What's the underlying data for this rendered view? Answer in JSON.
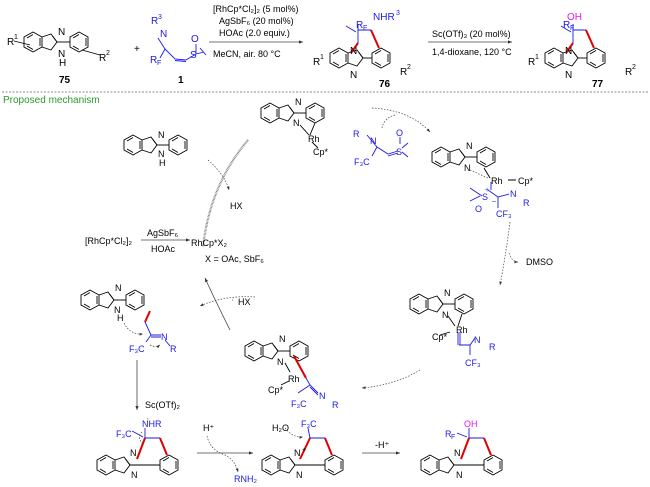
{
  "scheme": {
    "starting_material": {
      "label": "75",
      "sub1": "R",
      "sub1_sup": "1",
      "sub2": "R",
      "sub2_sup": "2",
      "n1": "N",
      "n2": "N",
      "h": "H"
    },
    "plus": "+",
    "reagent": {
      "label": "1",
      "r": "R",
      "r_sup": "3",
      "n": "N",
      "rf": "R",
      "rf_sub": "F",
      "s": "S",
      "o": "O"
    },
    "conditions_1": {
      "line1": "[RhCp*Cl₂]₂ (5 mol%)",
      "line2": "AgSbF₆ (20 mol%)",
      "line3": "HOAc (2.0 equiv.)",
      "line4": "MeCN, air.  80 °C"
    },
    "intermediate": {
      "label": "76",
      "nhr": "NHR",
      "nhr_sup": "3",
      "rf": "R",
      "rf_sub": "F",
      "r1": "R",
      "r1_sup": "1",
      "r2": "R",
      "r2_sup": "2",
      "n1": "N",
      "n2": "N"
    },
    "conditions_2": {
      "line1": "Sc(OTf)₃ (20 mol%)",
      "line2": "1,4-dioxane, 120 °C"
    },
    "product": {
      "label": "77",
      "oh": "OH",
      "rf": "R",
      "rf_sub": "F",
      "r1": "R",
      "r1_sup": "1",
      "r2": "R",
      "r2_sup": "2",
      "n1": "N",
      "n2": "N"
    }
  },
  "mechanism": {
    "title": "Proposed mechanism",
    "colors": {
      "title": "#2a9a2a",
      "reagent": "#1a1ae6",
      "hydroxyl": "#e61ae6",
      "new_bond": "#e00000"
    },
    "catalyst_activation": {
      "precursor": "[RhCp*Cl₂]₂",
      "above_arrow": "AgSbF₆",
      "below_arrow": "HOAc",
      "active": "RhCp*X₂",
      "note": "X = OAc, SbF₆"
    },
    "labels": {
      "hx_top": "HX",
      "hx_left": "HX",
      "dmso": "DMSO",
      "h_plus": "H⁺",
      "rnh2": "RNH₂",
      "minus_h": "-H⁺",
      "sc_otf": "Sc(OTf)₂",
      "rh": "Rh",
      "cp": "Cp*",
      "n": "N",
      "nh": "H",
      "r": "R",
      "f3c": "F₃C",
      "cf3": "CF₃",
      "s": "S",
      "o": "O",
      "nhr": "NHR",
      "h2o": "H₂O",
      "oh": "OH",
      "rf": "R",
      "rf_sub": "F",
      "plus": "+",
      "minus": "–"
    }
  }
}
